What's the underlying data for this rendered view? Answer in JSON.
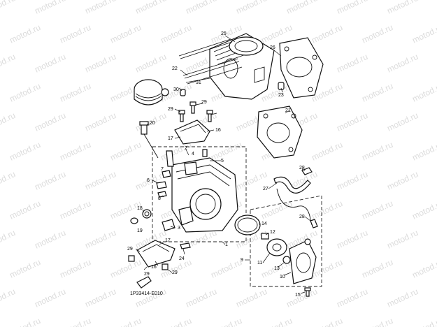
{
  "watermark": "motod.ru",
  "diagram_code": "1P33414-E010",
  "callouts": [
    {
      "id": "p25",
      "label": "25"
    },
    {
      "id": "p26",
      "label": "26"
    },
    {
      "id": "p22",
      "label": "22"
    },
    {
      "id": "p31",
      "label": "31"
    },
    {
      "id": "p23",
      "label": "23"
    },
    {
      "id": "p30",
      "label": "30"
    },
    {
      "id": "p29a",
      "label": "29"
    },
    {
      "id": "p29b",
      "label": "29"
    },
    {
      "id": "p21",
      "label": "21"
    },
    {
      "id": "p20",
      "label": "20"
    },
    {
      "id": "p17a",
      "label": "17"
    },
    {
      "id": "p16",
      "label": "16"
    },
    {
      "id": "p2",
      "label": "2"
    },
    {
      "id": "p4",
      "label": "4"
    },
    {
      "id": "p5",
      "label": "5"
    },
    {
      "id": "p7",
      "label": "7"
    },
    {
      "id": "p6",
      "label": "6"
    },
    {
      "id": "p8",
      "label": "8"
    },
    {
      "id": "p28a",
      "label": "28"
    },
    {
      "id": "p27",
      "label": "27"
    },
    {
      "id": "p18",
      "label": "18"
    },
    {
      "id": "p19",
      "label": "19"
    },
    {
      "id": "p3",
      "label": "3"
    },
    {
      "id": "p14",
      "label": "14"
    },
    {
      "id": "p28b",
      "label": "28"
    },
    {
      "id": "p12",
      "label": "12"
    },
    {
      "id": "p17b",
      "label": "17"
    },
    {
      "id": "p1",
      "label": "1"
    },
    {
      "id": "p29c",
      "label": "29"
    },
    {
      "id": "p24",
      "label": "24"
    },
    {
      "id": "p9",
      "label": "9"
    },
    {
      "id": "p11",
      "label": "11"
    },
    {
      "id": "p13",
      "label": "13"
    },
    {
      "id": "p10",
      "label": "10"
    },
    {
      "id": "p16b",
      "label": "16"
    },
    {
      "id": "p29d",
      "label": "29"
    },
    {
      "id": "p29e",
      "label": "29"
    },
    {
      "id": "p15",
      "label": "15"
    }
  ]
}
